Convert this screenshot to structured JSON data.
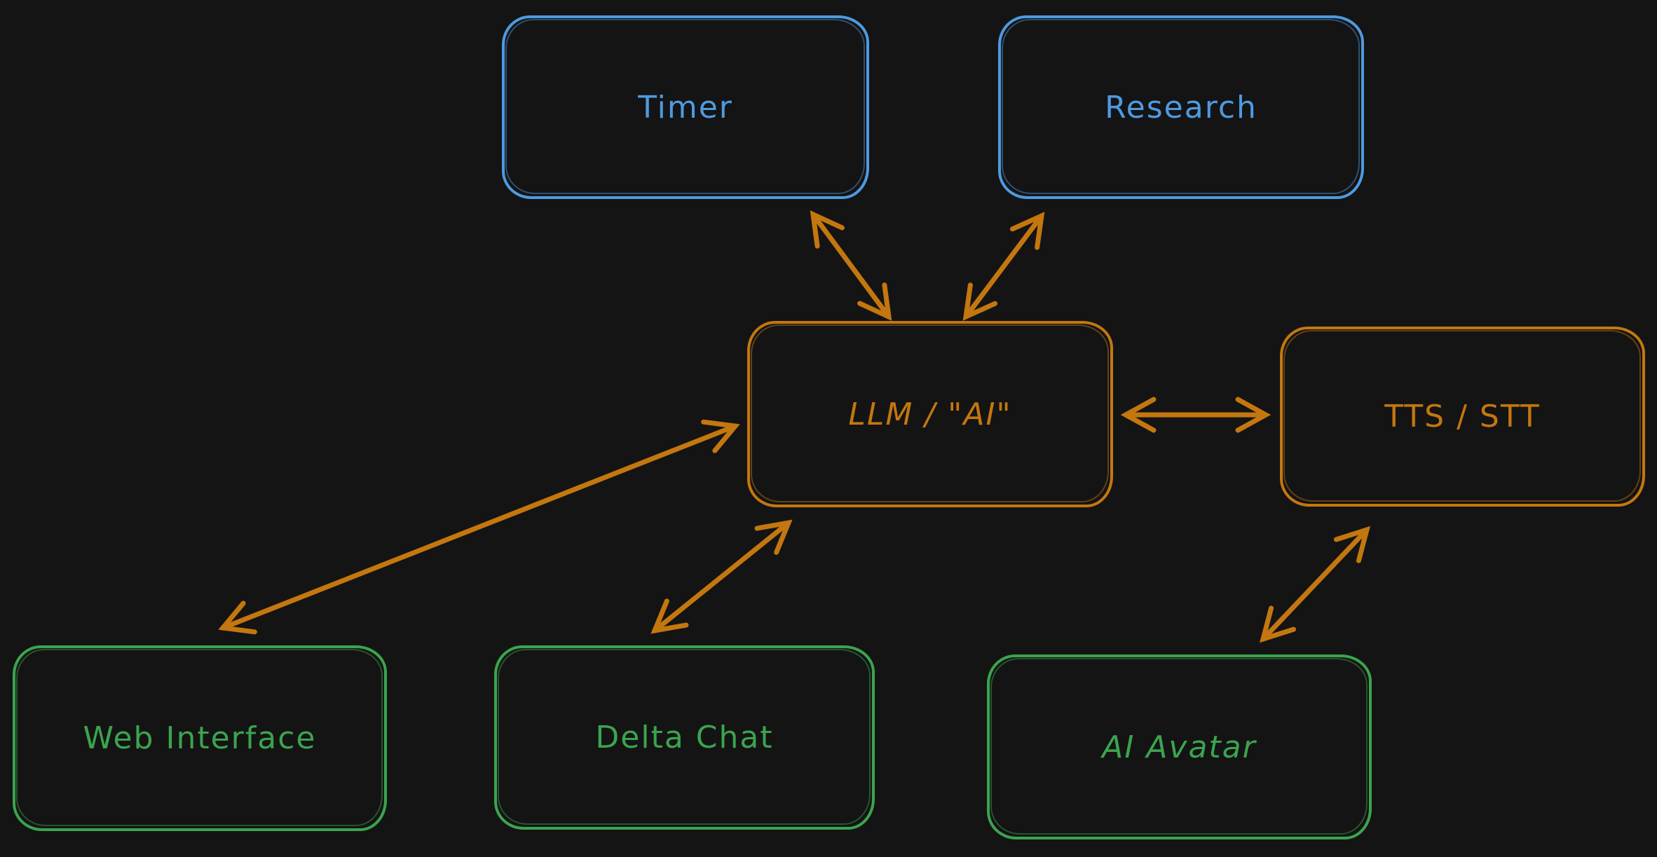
{
  "palette": {
    "background": "#141414",
    "blue": "#4e9ae0",
    "orange": "#c4770f",
    "green": "#3ba44e"
  },
  "nodes": [
    {
      "id": "timer",
      "label": "Timer",
      "color": "blue"
    },
    {
      "id": "research",
      "label": "Research",
      "color": "blue"
    },
    {
      "id": "llm",
      "label": "LLM / \"AI\"",
      "color": "orange"
    },
    {
      "id": "tts-stt",
      "label": "TTS / STT",
      "color": "orange"
    },
    {
      "id": "web-interface",
      "label": "Web Interface",
      "color": "green"
    },
    {
      "id": "delta-chat",
      "label": "Delta Chat",
      "color": "green"
    },
    {
      "id": "ai-avatar",
      "label": "AI Avatar",
      "color": "green"
    }
  ],
  "edges": [
    {
      "from": "llm",
      "to": "timer",
      "bidirectional": true
    },
    {
      "from": "llm",
      "to": "research",
      "bidirectional": true
    },
    {
      "from": "llm",
      "to": "tts-stt",
      "bidirectional": true
    },
    {
      "from": "llm",
      "to": "web-interface",
      "bidirectional": true
    },
    {
      "from": "llm",
      "to": "delta-chat",
      "bidirectional": true
    },
    {
      "from": "tts-stt",
      "to": "ai-avatar",
      "bidirectional": true
    }
  ]
}
